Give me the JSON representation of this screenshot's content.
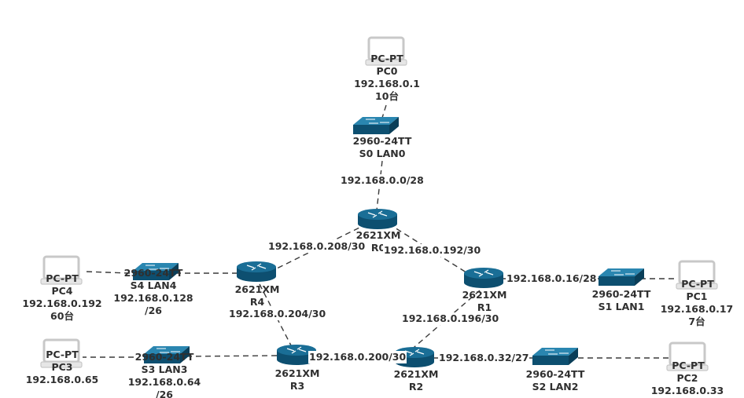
{
  "nodes": {
    "pc0": {
      "type": "PC-PT",
      "lines": [
        "PC0",
        "192.168.0.1",
        "10台"
      ]
    },
    "s0": {
      "lines": [
        "2960-24TT",
        "S0 LAN0"
      ]
    },
    "r0": {
      "lines": [
        "2621XM",
        "R0"
      ]
    },
    "r1": {
      "lines": [
        "2621XM",
        "R1"
      ]
    },
    "r2": {
      "lines": [
        "2621XM",
        "R2"
      ]
    },
    "r3": {
      "lines": [
        "2621XM",
        "R3"
      ]
    },
    "r4": {
      "lines": [
        "2621XM",
        "R4"
      ]
    },
    "s1": {
      "lines": [
        "2960-24TT",
        "S1 LAN1"
      ]
    },
    "s2": {
      "lines": [
        "2960-24TT",
        "S2 LAN2"
      ]
    },
    "s3": {
      "lines": [
        "2960-24TT",
        "S3 LAN3",
        "192.168.0.64",
        "/26"
      ]
    },
    "s4": {
      "lines": [
        "2960-24TT",
        "S4 LAN4",
        "192.168.0.128",
        "/26"
      ]
    },
    "pc1": {
      "type": "PC-PT",
      "lines": [
        "PC1",
        "192.168.0.17",
        "7台"
      ]
    },
    "pc2": {
      "type": "PC-PT",
      "lines": [
        "PC2",
        "192.168.0.33"
      ]
    },
    "pc3": {
      "type": "PC-PT",
      "lines": [
        "PC3",
        "192.168.0.65"
      ]
    },
    "pc4": {
      "type": "PC-PT",
      "lines": [
        "PC4",
        "192.168.0.192",
        "60台"
      ]
    }
  },
  "links": {
    "s0_r0": "192.168.0.0/28",
    "r0_r4": "192.168.0.208/30",
    "r0_r1": "192.168.0.192/30",
    "r1_s1": "192.168.0.16/28",
    "r1_r2": "192.168.0.196/30",
    "r4_r3": "192.168.0.204/30",
    "r3_r2": "192.168.0.200/30",
    "r2_s2": "192.168.0.32/27"
  },
  "colors": {
    "device": "#1a6e96",
    "device_dark": "#0d4f70",
    "line": "#3a3a3a",
    "pc_frame": "#c8c8c8"
  }
}
